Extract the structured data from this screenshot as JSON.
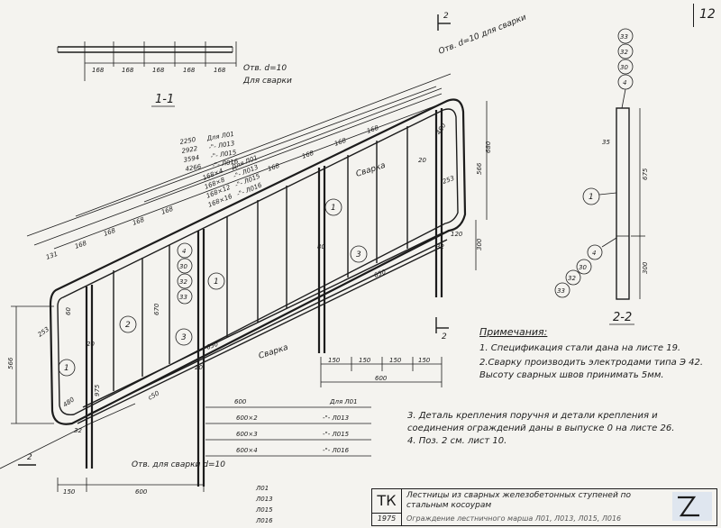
{
  "sheet": {
    "page_number": "12"
  },
  "section_1": {
    "label": "1-1",
    "dims": [
      "168",
      "168",
      "168",
      "168",
      "168"
    ],
    "hole_note": "Отв. d=10",
    "weld_note": "Для сварки"
  },
  "section_2_mark": "2",
  "top_hole_note": "Отв. d=10 для сварки",
  "length_table_top": [
    {
      "value": "2250",
      "mark": "Для Л01"
    },
    {
      "value": "2922",
      "mark": "-\"- Л013"
    },
    {
      "value": "3594",
      "mark": "-\"- Л015"
    },
    {
      "value": "4266",
      "mark": "-\"- Л016"
    }
  ],
  "mid_table": [
    {
      "value": "168×4",
      "mark": "Для Л01"
    },
    {
      "value": "168×8",
      "mark": "-\"- Л013"
    },
    {
      "value": "168×12",
      "mark": "-\"- Л015"
    },
    {
      "value": "168×16",
      "mark": "-\"- Л016"
    }
  ],
  "elevation": {
    "top_dims": [
      "131",
      "168",
      "168",
      "168",
      "168",
      "168",
      "168",
      "168",
      "168"
    ],
    "weld_label": "Сварка",
    "weld_label_2": "Сварка",
    "left_dims": {
      "h566": "566",
      "d253": "253",
      "d60": "60",
      "d20": "20",
      "d975": "975",
      "d670": "670",
      "d650": "650",
      "d32": "32",
      "d150": "150",
      "d600": "600",
      "d480": "480",
      "c50": "c50"
    },
    "right_dims": {
      "d680": "680",
      "d566": "566",
      "d253": "253",
      "d300": "300",
      "d80": "80",
      "d120": "120",
      "d650": "650",
      "d32": "32",
      "d480": "480",
      "d20": "20"
    },
    "bottom_dims": [
      "150",
      "150",
      "150",
      "150"
    ],
    "bottom_600": "600",
    "hole_note_bottom": "Отв. для сварки d=10",
    "left_markers": [
      "4",
      "30",
      "32",
      "33"
    ],
    "pos_labels": [
      "1",
      "2",
      "3",
      "1",
      "1",
      "3"
    ]
  },
  "length_table_bottom": [
    {
      "value": "600",
      "mark": "Для Л01"
    },
    {
      "value": "600×2",
      "mark": "-\"- Л013"
    },
    {
      "value": "600×3",
      "mark": "-\"- Л015"
    },
    {
      "value": "600×4",
      "mark": "-\"- Л016"
    }
  ],
  "bottom_marks": [
    "Л01",
    "Л013",
    "Л015",
    "Л016"
  ],
  "section_2_2": {
    "label": "2-2",
    "markers_top": [
      "33",
      "32",
      "30",
      "4"
    ],
    "markers_bottom": [
      "4",
      "30",
      "32",
      "33"
    ],
    "pos": "1",
    "d675": "675",
    "d300": "300",
    "d35": "35"
  },
  "notes": {
    "title": "Примечания:",
    "items": [
      "1. Спецификация стали дана на листе 19.",
      "2.Сварку производить электродами типа Э 42. Высоту сварных швов принимать 5мм.",
      "3. Деталь крепления поручня и детали крепления и соединения ограждений даны в выпуске 0 на листе 26.",
      "4. Поз. 2 см. лист 10."
    ]
  },
  "stamp": {
    "code": "ТК",
    "year": "1975",
    "title": "Лестницы из сварных железобетонных ступеней по стальным косоурам",
    "subtitle": "Ограждение лестничного марша Л01, Л013, Л015, Л016"
  }
}
